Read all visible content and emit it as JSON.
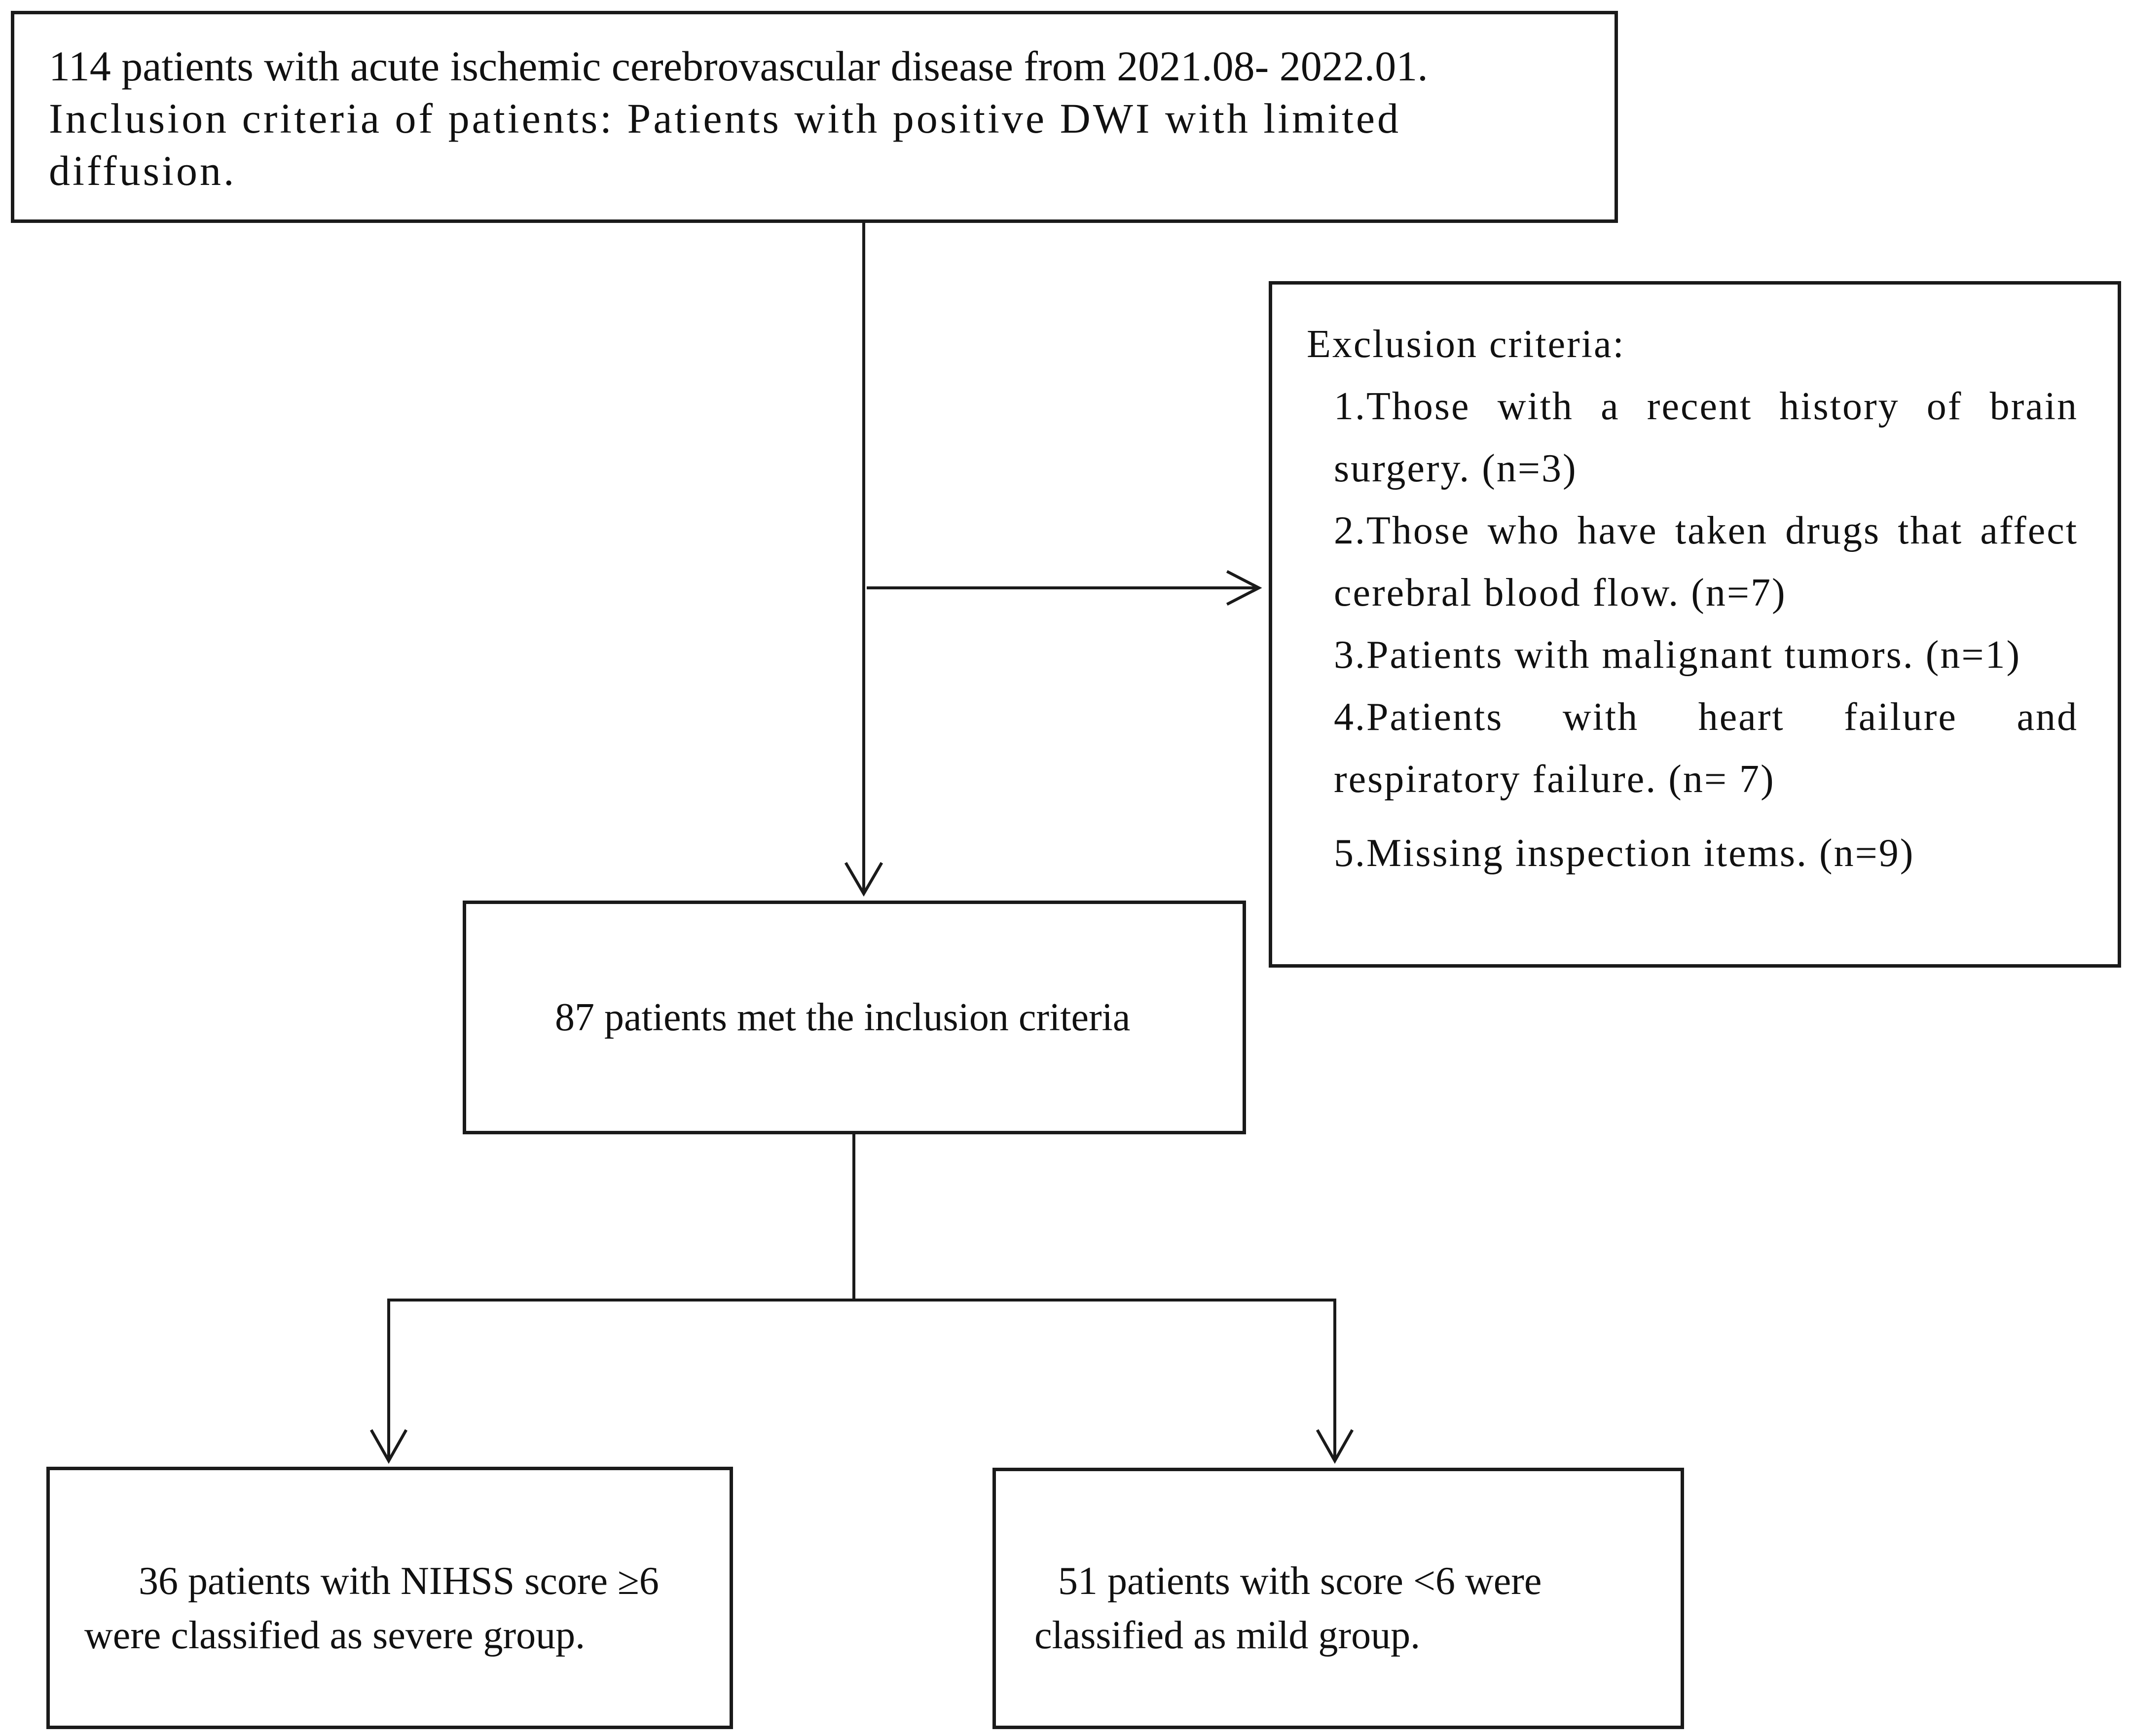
{
  "flow": {
    "start": {
      "line1": "114 patients with acute ischemic cerebrovascular disease from 2021.08- 2022.01.",
      "line2": "Inclusion criteria of patients: Patients with positive DWI with limited",
      "line3": "diffusion."
    },
    "exclusion": {
      "title": "Exclusion criteria:",
      "items": [
        "1.Those with a recent history of brain surgery. (n=3)",
        "2.Those who have taken drugs that affect cerebral blood flow. (n=7)",
        "3.Patients with malignant tumors. (n=1)",
        "4.Patients with heart failure and respiratory failure. (n= 7)",
        "5.Missing inspection items. (n=9)"
      ]
    },
    "included": {
      "text": "87 patients met the inclusion criteria"
    },
    "severe": {
      "line1": "36 patients with NIHSS score ≥6",
      "line2": "were classified as severe group."
    },
    "mild": {
      "line1": "51 patients with score <6 were",
      "line2": "classified as mild group."
    }
  }
}
